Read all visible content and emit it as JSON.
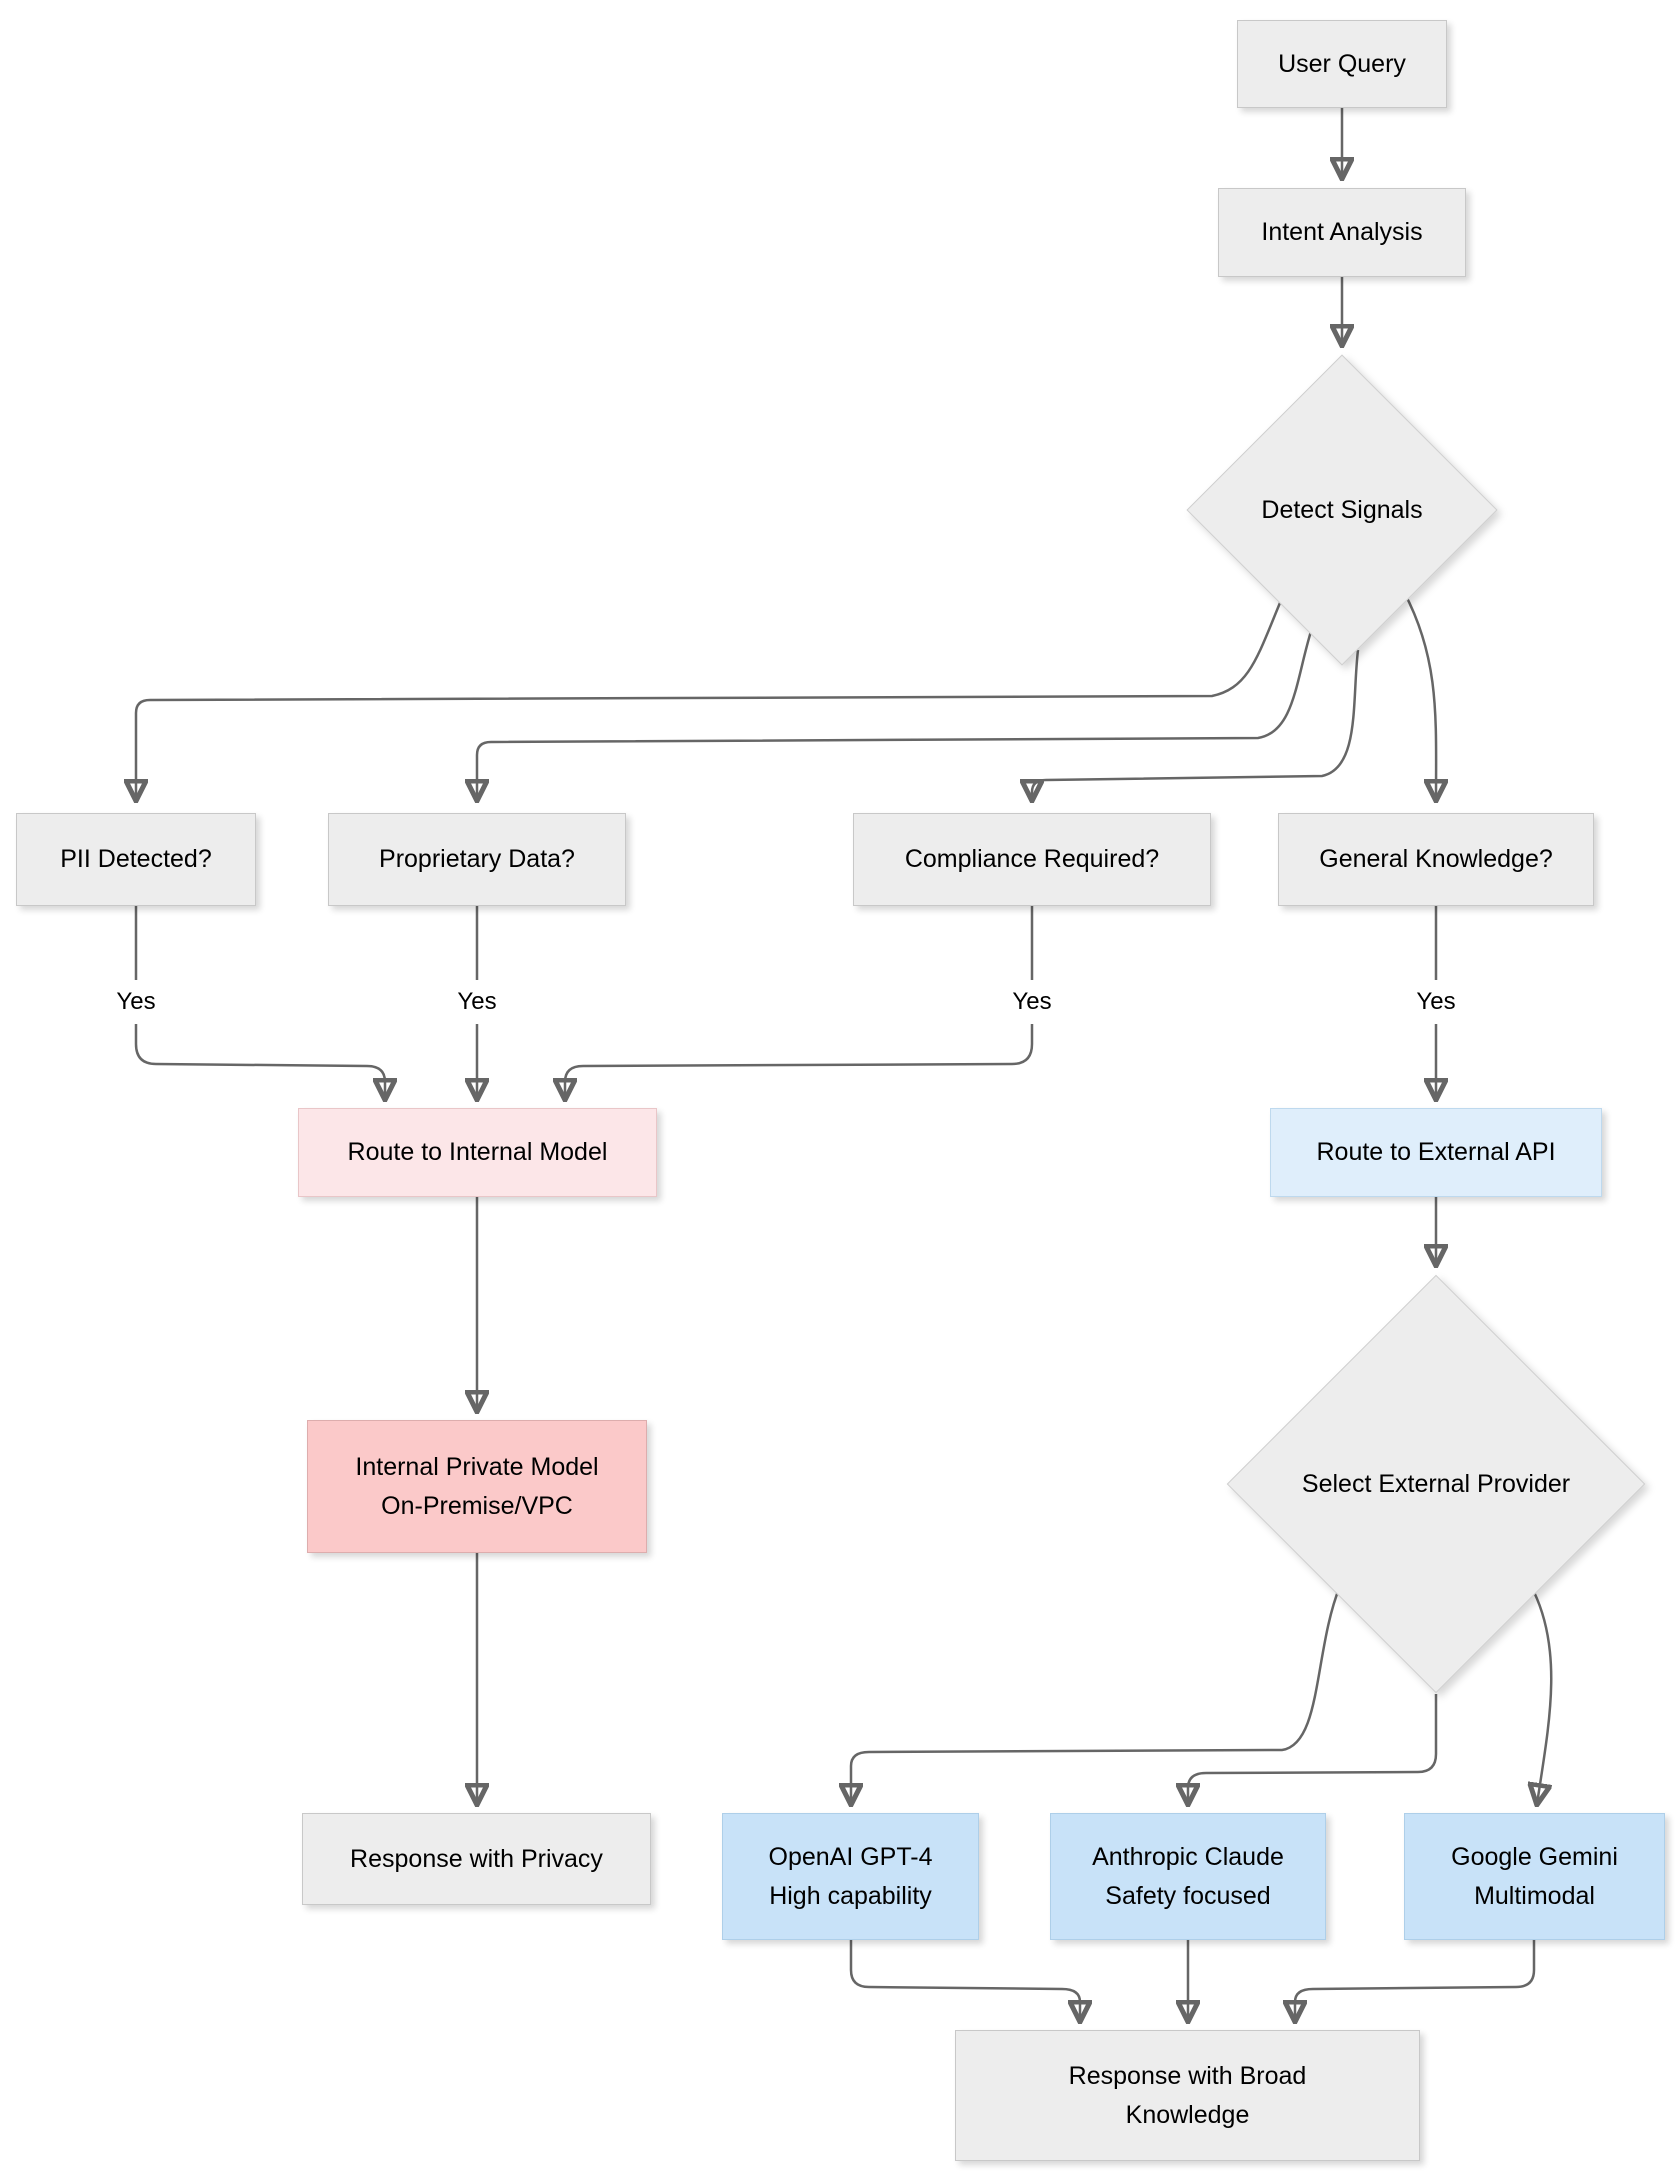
{
  "diagram": {
    "nodes": {
      "user_query": {
        "label": "User Query"
      },
      "intent_analysis": {
        "label": "Intent Analysis"
      },
      "detect_signals": {
        "label": "Detect Signals"
      },
      "pii": {
        "label": "PII Detected?"
      },
      "proprietary": {
        "label": "Proprietary Data?"
      },
      "compliance": {
        "label": "Compliance Required?"
      },
      "general": {
        "label": "General Knowledge?"
      },
      "route_internal": {
        "label": "Route to Internal Model"
      },
      "route_external": {
        "label": "Route to External API"
      },
      "internal_model": {
        "line1": "Internal Private Model",
        "line2": "On-Premise/VPC"
      },
      "select_provider": {
        "label": "Select External Provider"
      },
      "response_privacy": {
        "label": "Response with Privacy"
      },
      "openai": {
        "line1": "OpenAI GPT-4",
        "line2": "High capability"
      },
      "anthropic": {
        "line1": "Anthropic Claude",
        "line2": "Safety focused"
      },
      "gemini": {
        "line1": "Google Gemini",
        "line2": "Multimodal"
      },
      "response_broad": {
        "line1": "Response with Broad",
        "line2": "Knowledge"
      }
    },
    "edge_labels": {
      "pii_yes": "Yes",
      "proprietary_yes": "Yes",
      "compliance_yes": "Yes",
      "general_yes": "Yes"
    },
    "colors": {
      "node_gray": "#ededed",
      "node_gray_border": "#c8c8c8",
      "internal_light": "#fce6e8",
      "internal_light_border": "#e9c6c8",
      "internal_dark": "#fbc9c9",
      "internal_dark_border": "#ddadad",
      "external_light": "#dfeefb",
      "external_light_border": "#bed9ee",
      "external_dark": "#c8e2f8",
      "external_dark_border": "#aecfe9",
      "edge": "#666666"
    }
  }
}
